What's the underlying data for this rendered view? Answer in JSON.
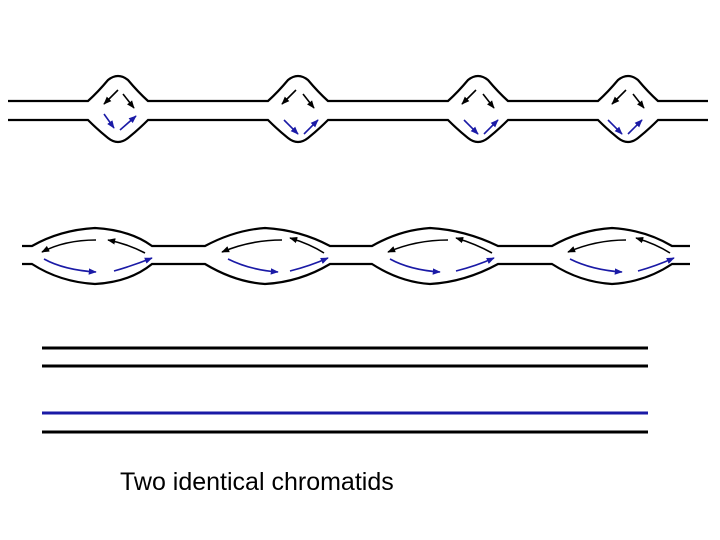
{
  "caption": "Two identical chromatids",
  "colors": {
    "parental_strand": "#000000",
    "new_strand": "#1a1aa6",
    "background": "#ffffff"
  },
  "panels": [
    {
      "stage": "early replication bubbles",
      "bubble_count": 4
    },
    {
      "stage": "late replication bubbles",
      "bubble_count": 4
    },
    {
      "stage": "completed replication",
      "chromatid_count": 2
    }
  ]
}
